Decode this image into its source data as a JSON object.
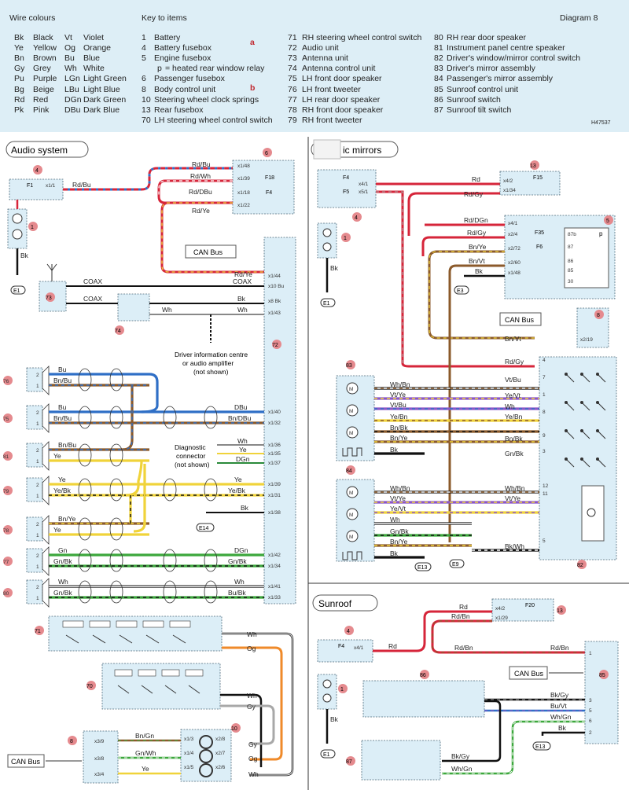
{
  "header": {
    "wire_colours_title": "Wire colours",
    "key_title": "Key to items",
    "diagram_label": "Diagram 8",
    "ref_code": "H47537",
    "annotation_a": "a",
    "annotation_b": "b"
  },
  "wire_colours": [
    [
      "Bk",
      "Black",
      "Vt",
      "Violet"
    ],
    [
      "Ye",
      "Yellow",
      "Og",
      "Orange"
    ],
    [
      "Bn",
      "Brown",
      "Bu",
      "Blue"
    ],
    [
      "Gy",
      "Grey",
      "Wh",
      "White"
    ],
    [
      "Pu",
      "Purple",
      "LGn",
      "Light Green"
    ],
    [
      "Bg",
      "Beige",
      "LBu",
      "Light Blue"
    ],
    [
      "Rd",
      "Red",
      "DGn",
      "Dark Green"
    ],
    [
      "Pk",
      "Pink",
      "DBu",
      "Dark Blue"
    ]
  ],
  "key_col1": [
    [
      "1",
      "Battery"
    ],
    [
      "4",
      "Battery fusebox"
    ],
    [
      "5",
      "Engine fusebox"
    ],
    [
      "p",
      "=  heated rear window relay"
    ],
    [
      "6",
      "Passenger fusebox"
    ],
    [
      "8",
      "Body control unit"
    ],
    [
      "10",
      "Steering wheel clock springs"
    ],
    [
      "13",
      "Rear fusebox"
    ],
    [
      "70",
      "LH steering wheel control switch"
    ]
  ],
  "key_col2": [
    [
      "71",
      "RH steering wheel control switch"
    ],
    [
      "72",
      "Audio unit"
    ],
    [
      "73",
      "Antenna unit"
    ],
    [
      "74",
      "Antenna control unit"
    ],
    [
      "75",
      "LH front door speaker"
    ],
    [
      "76",
      "LH front tweeter"
    ],
    [
      "77",
      "LH rear door speaker"
    ],
    [
      "78",
      "RH front door speaker"
    ],
    [
      "79",
      "RH front tweeter"
    ]
  ],
  "key_col3": [
    [
      "80",
      "RH rear door speaker"
    ],
    [
      "81",
      "Instrument panel centre speaker"
    ],
    [
      "82",
      "Driver's window/mirror control switch"
    ],
    [
      "83",
      "Driver's mirror assembly"
    ],
    [
      "84",
      "Passenger's mirror assembly"
    ],
    [
      "85",
      "Sunroof control unit"
    ],
    [
      "86",
      "Sunroof switch"
    ],
    [
      "87",
      "Sunroof tilt switch"
    ]
  ],
  "sections": {
    "audio": "Audio system",
    "mirrors": "ic mirrors",
    "sunroof": "Sunroof"
  },
  "labels": {
    "can_bus": "CAN Bus",
    "driver_info": "Driver information centre",
    "driver_info2": "or audio amplifier",
    "not_shown": "(not shown)",
    "diag_conn": "Diagnostic",
    "diag_conn2": "connector",
    "coax": "COAX"
  },
  "colors": {
    "red": "#d6253a",
    "blue": "#2f6fc6",
    "brown": "#8b5a2b",
    "green": "#3ca73c",
    "yellow": "#f0d33a",
    "orange": "#ef8a2a",
    "grey": "#a8a8a8",
    "black": "#111111",
    "violet": "#8a56c7",
    "panel": "#dceef7"
  },
  "audio_wires": [
    {
      "c": "76",
      "pins": [
        "1",
        "2"
      ],
      "w": [
        "Bu",
        "Bn/Bu"
      ]
    },
    {
      "c": "75",
      "pins": [
        "1",
        "2"
      ],
      "w": [
        "Bu",
        "Bn/Bu"
      ],
      "r": [
        "DBu",
        "Bn/DBu"
      ],
      "rp": [
        "x1/40",
        "x1/32"
      ]
    },
    {
      "c": "81",
      "pins": [
        "1",
        "2"
      ],
      "w": [
        "Bn/Bu",
        "Ye"
      ]
    },
    {
      "c": "79",
      "pins": [
        "1",
        "2"
      ],
      "w": [
        "Ye",
        "Ye/Bk"
      ],
      "r": [
        "Ye",
        "Ye/Bk"
      ],
      "rp": [
        "x1/39",
        "x1/31"
      ]
    },
    {
      "c": "78",
      "pins": [
        "1",
        "2"
      ],
      "w": [
        "Bn/Ye",
        "Ye"
      ]
    },
    {
      "c": "77",
      "pins": [
        "1",
        "2"
      ],
      "w": [
        "Gn",
        "Gn/Bk"
      ],
      "r": [
        "DGn",
        "Gn/Bk"
      ],
      "rp": [
        "x1/42",
        "x1/34"
      ]
    },
    {
      "c": "80",
      "pins": [
        "1",
        "2"
      ],
      "w": [
        "Wh",
        "Gn/Bk"
      ],
      "r": [
        "Wh",
        "Bu/Bk"
      ],
      "rp": [
        "x1/41",
        "x1/33"
      ]
    }
  ],
  "sunroof_wires": [
    "Rd",
    "Rd/Bn",
    "Rd/Bn",
    "Rd/Bn",
    "Bk/Gy",
    "Bu/Vt",
    "Wh/Gn",
    "Bk",
    "Bk/Gy",
    "Wh/Gn"
  ]
}
